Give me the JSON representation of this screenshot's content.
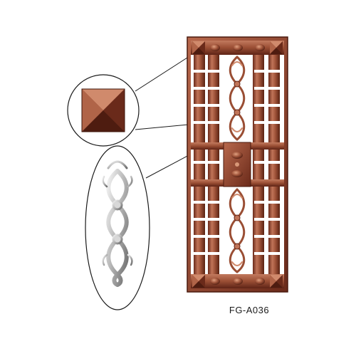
{
  "product": {
    "model_code": "FG-A036"
  },
  "colors": {
    "background": "#ffffff",
    "copper_base": "#a0543a",
    "copper_light": "#d08a6c",
    "copper_dark": "#5e2416",
    "silver_light": "#e4e4e4",
    "silver_dark": "#6c6c6c",
    "callout_line": "#1a1a1a"
  },
  "callouts": [
    {
      "name": "pyramid-cap-detail",
      "depicts": "pyramid-cap"
    },
    {
      "name": "baluster-detail",
      "depicts": "cast-scroll-baluster"
    }
  ]
}
